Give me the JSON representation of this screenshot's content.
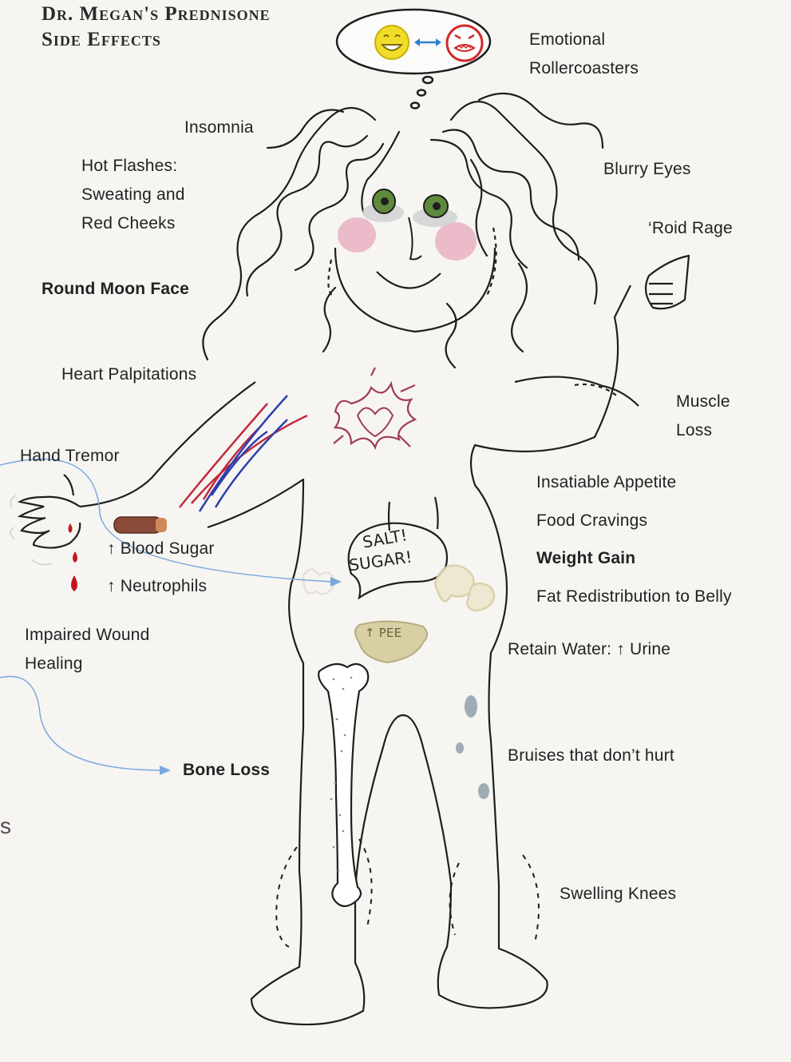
{
  "title": {
    "line1": "Dr. Megan's Prednisone",
    "line2": "Side Effects"
  },
  "labels": {
    "emotional": [
      "Emotional",
      "Rollercoasters"
    ],
    "insomnia": "Insomnia",
    "hot_flashes": [
      "Hot Flashes:",
      "Sweating and",
      "Red Cheeks"
    ],
    "blurry_eyes": "Blurry Eyes",
    "roid_rage": "‘Roid Rage",
    "moon_face": "Round Moon Face",
    "heart": "Heart Palpitations",
    "muscle_loss": [
      "Muscle",
      "Loss"
    ],
    "hand_tremor": "Hand Tremor",
    "appetite": "Insatiable Appetite",
    "cravings": "Food Cravings",
    "weight_gain": "Weight Gain",
    "fat": "Fat Redistribution to Belly",
    "blood_sugar": "↑ Blood Sugar",
    "neutrophils": "↑ Neutrophils",
    "wound": [
      "Impaired Wound",
      "Healing"
    ],
    "water": "Retain Water: ↑ Urine",
    "bruises": "Bruises that don’t hurt",
    "bone_loss": "Bone Loss",
    "knees": "Swelling Knees",
    "edge_fragment": "s"
  },
  "drawing_text": {
    "salt": "SALT!",
    "sugar": "SUGAR!",
    "pee": "↑ PEE"
  },
  "colors": {
    "ink": "#1e1e1e",
    "arrow": "#7ba7de",
    "cheek": "#eab0c2",
    "eye": "#5e8a3e",
    "heart": "#a03a5a",
    "vein_red": "#c4283a",
    "vein_blue": "#2c3fae",
    "blood": "#c4141c",
    "happy": "#f2dc2a",
    "angry": "#d22a2a",
    "belly": "#d8cfa4"
  }
}
